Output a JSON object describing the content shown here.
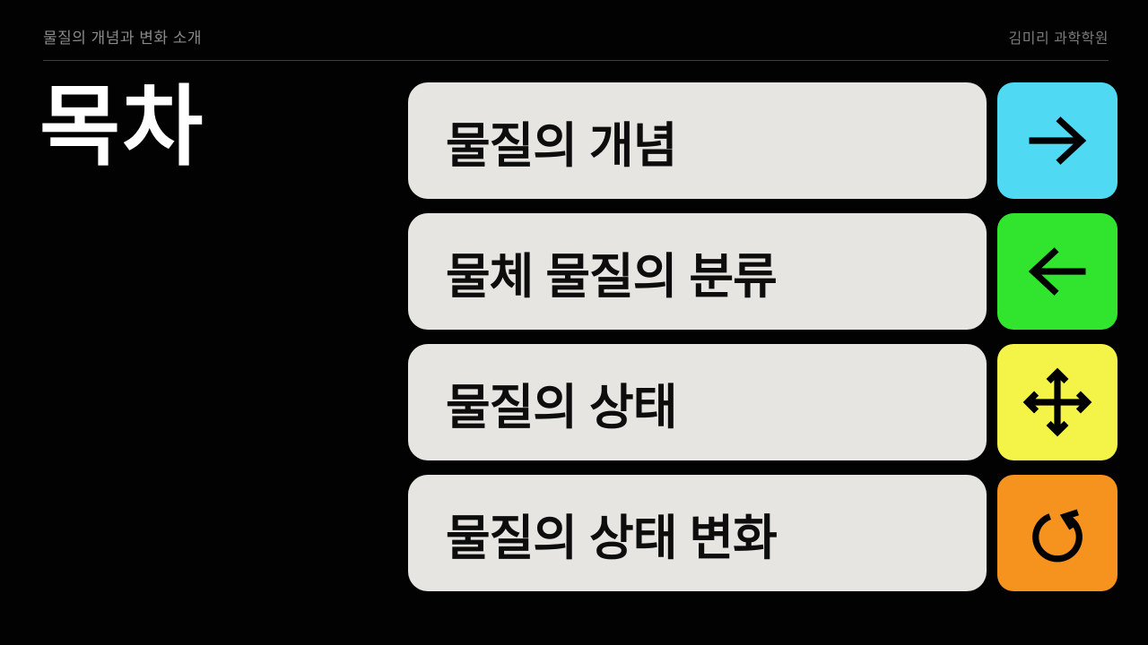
{
  "header": {
    "left_title": "물질의 개념과 변화 소개",
    "right_title": "김미리 과학학원"
  },
  "page": {
    "title": "목차"
  },
  "toc": {
    "items": [
      {
        "label": "물질의 개념"
      },
      {
        "label": "물체 물질의 분류"
      },
      {
        "label": "물질의 상태"
      },
      {
        "label": "물질의 상태 변화"
      }
    ]
  },
  "actions": {
    "buttons": [
      {
        "icon": "arrow-right-icon",
        "color": "#4FD9F2"
      },
      {
        "icon": "arrow-left-icon",
        "color": "#31E52F"
      },
      {
        "icon": "move-icon",
        "color": "#F4F347"
      },
      {
        "icon": "rotate-ccw-icon",
        "color": "#F6921E"
      }
    ]
  },
  "colors": {
    "background": "#020202",
    "divider": "#3F3F3F",
    "header_text": "#8A8A8A",
    "list_item_bg": "#E6E5E2",
    "list_item_text": "#0D0D0D",
    "title_text": "#FFFFFF",
    "icon_stroke": "#000000"
  }
}
